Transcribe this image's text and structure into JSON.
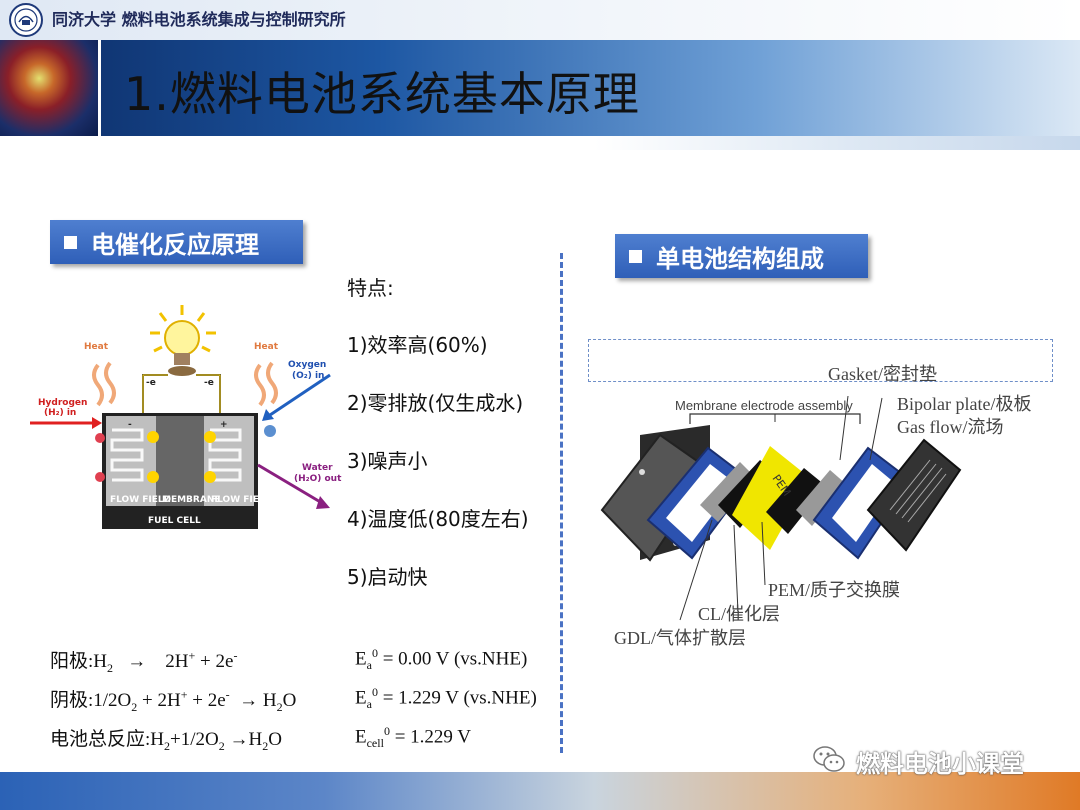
{
  "header": {
    "institution": "同济大学 燃料电池系统集成与控制研究所",
    "title": "1.燃料电池系统基本原理"
  },
  "left_section": {
    "tag": "电催化反应原理",
    "fuel_cell_diagram": {
      "heat_left": "Heat",
      "heat_right": "Heat",
      "hydrogen_in": "Hydrogen",
      "hydrogen_sub": "(H₂) in",
      "oxygen_in": "Oxygen",
      "oxygen_sub": "(O₂) in",
      "water_out": "Water",
      "water_sub": "(H₂O) out",
      "flow_field_left": "FLOW FIELD",
      "membrane": "MEMBRANE",
      "flow_field_right": "FLOW FIELD",
      "fuel_cell": "FUEL CELL",
      "minus": "-",
      "plus": "+",
      "e_left": "-e",
      "e_right": "-e"
    }
  },
  "features": {
    "heading": "特点:",
    "items": [
      "1)效率高(60%)",
      "2)零排放(仅生成水)",
      "3)噪声小",
      "4)温度低(80度左右)",
      "5)启动快"
    ]
  },
  "equations": {
    "anode": {
      "label": "阳极:",
      "reaction_l": "H",
      "reaction_p1": "→",
      "reaction_r": "2H",
      "reaction_r2": "+ 2e",
      "potential_label": "E",
      "potential_value": "= 0.00 V (vs.NHE)"
    },
    "cathode": {
      "label": "阴极:",
      "reaction_l": "1/2O",
      "reaction_m": "+ 2H",
      "reaction_m2": "+ 2e",
      "reaction_arrow": "→",
      "reaction_r": "H",
      "reaction_r2": "O",
      "potential_label": "E",
      "potential_value": "= 1.229 V (vs.NHE)"
    },
    "total": {
      "label": "电池总反应:",
      "reaction_l": "H",
      "reaction_m": "+1/2O",
      "reaction_arrow": "→",
      "reaction_r": "H",
      "reaction_r2": "O",
      "potential_label": "E",
      "potential_sub": "cell",
      "potential_value": "= 1.229 V"
    }
  },
  "right_section": {
    "tag": "单电池结构组成",
    "labels": {
      "gasket": "Gasket/密封垫",
      "mea": "Membrane electrode assembly",
      "bipolar": "Bipolar plate/极板",
      "gas_flow": "Gas flow/流场",
      "pem_center": "PEM",
      "pem": "PEM/质子交换膜",
      "cl": "CL/催化层",
      "gdl": "GDL/气体扩散层"
    }
  },
  "footer": {
    "watermark": "燃料电池小课堂"
  }
}
